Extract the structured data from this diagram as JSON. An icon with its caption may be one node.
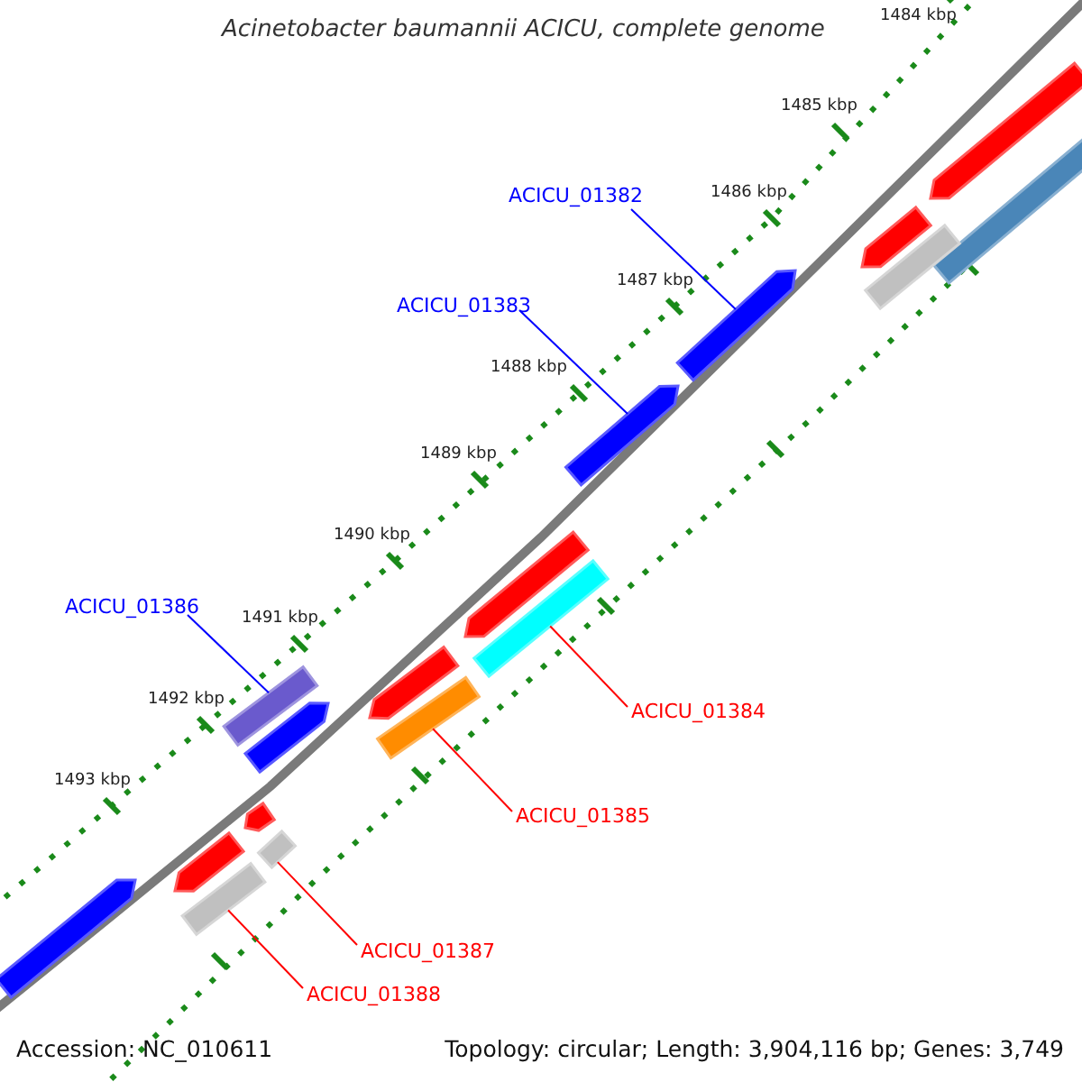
{
  "diagram": {
    "title": "Acinetobacter baumannii ACICU, complete genome",
    "nodes": [
      {
        "text": [],
        "shape": "arrow"
      },
      {
        "text": [],
        "shape": "bar"
      },
      {
        "text": [
          "ACICU_01382"
        ]
      },
      {
        "text": [],
        "shape": "arrow"
      },
      {
        "text": [],
        "shape": "bar"
      },
      {
        "text": [],
        "shape": "arrow"
      },
      {
        "text": [
          "ACICU_01383"
        ]
      },
      {
        "text": [],
        "shape": "arrow"
      },
      {
        "text": [],
        "shape": "arrow"
      },
      {
        "text": [],
        "shape": "bar"
      },
      {
        "text": [
          "ACICU_01386"
        ]
      },
      {
        "text": [],
        "shape": "bar"
      },
      {
        "text": [],
        "shape": "arrow"
      },
      {
        "text": [],
        "shape": "arrow"
      },
      {
        "text": [
          "ACICU_01384"
        ]
      },
      {
        "text": [],
        "shape": "bar"
      },
      {
        "text": [
          "ACICU_01385"
        ]
      },
      {
        "text": [],
        "shape": "arrow"
      },
      {
        "text": [],
        "shape": "bar"
      },
      {
        "text": [],
        "shape": "arrow"
      },
      {
        "text": [],
        "shape": "bar"
      },
      {
        "text": [],
        "shape": "arrow"
      },
      {
        "text": [
          "ACICU_01387"
        ]
      },
      {
        "text": [
          "ACICU_01388"
        ]
      }
    ],
    "edges": [
      {
        "from": 2,
        "to": 5,
        "arrow": "none",
        "color": "#0000ff"
      },
      {
        "from": 6,
        "to": 7,
        "arrow": "none",
        "color": "#0000ff"
      },
      {
        "from": 10,
        "to": 11,
        "arrow": "none",
        "color": "#0000ff"
      },
      {
        "from": 14,
        "to": 9,
        "arrow": "none",
        "color": "#ff0000"
      },
      {
        "from": 16,
        "to": 15,
        "arrow": "none",
        "color": "#ff0000"
      },
      {
        "from": 22,
        "to": 18,
        "arrow": "none",
        "color": "#ff0000"
      },
      {
        "from": 23,
        "to": 20,
        "arrow": "none",
        "color": "#ff0000"
      }
    ],
    "labels": [
      "1484 kbp",
      "1485 kbp",
      "1486 kbp",
      "1487 kbp",
      "1488 kbp",
      "1489 kbp",
      "1490 kbp",
      "1491 kbp",
      "1492 kbp",
      "1493 kbp",
      "Accession: NC_010611",
      "Topology: circular; Length: 3,904,116 bp; Genes: 3,749"
    ]
  }
}
